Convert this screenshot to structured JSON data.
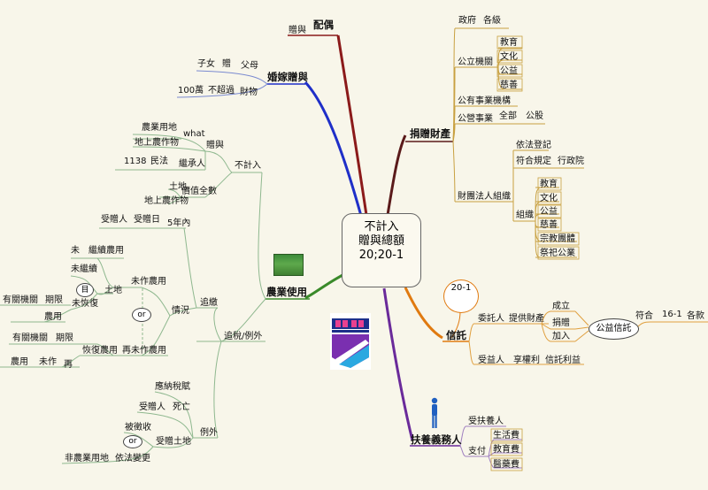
{
  "center": {
    "line1": "不計入",
    "line2": "贈與總額",
    "line3": "20;20-1"
  },
  "spouse": {
    "title": "配偶",
    "gift": "贈與"
  },
  "marriage": {
    "title": "婚嫁贈與",
    "children": "子女",
    "gift": "贈",
    "parents": "父母",
    "amount": "100萬",
    "not_exceed": "不超過",
    "property": "財物"
  },
  "farm": {
    "title": "農業使用",
    "not_included": "不計入",
    "gift": "贈與",
    "inherit": "繼承人",
    "civil_code": "民法",
    "article": "1138",
    "farmland": "農業用地",
    "what": "what",
    "farm_crops": "地上農作物",
    "value_full": "價值全數",
    "land": "土地",
    "land_crops": "地上農作物",
    "recover": "追繳",
    "recover_exception": "追稅/例外",
    "five_years": "5年內",
    "donee": "受贈人",
    "gift_date": "受贈日",
    "situation": "情況",
    "not_continue_farm": "未作農用",
    "land2": "土地",
    "not": "未",
    "continue_farm": "繼續農用",
    "not_continue": "未繼續",
    "not_restore": "未恢復",
    "authority": "有關機關",
    "period": "期限",
    "agri_use": "農用",
    "or1": "or",
    "or2": "or",
    "mu": "目",
    "restore_farm": "恢復農用",
    "authority2": "有關機關",
    "period2": "期限",
    "refarm": "再未作農用",
    "farm_use": "農用",
    "not_make": "未作",
    "again": "再",
    "should_pay": "應納稅賦",
    "donee2": "受贈人",
    "death": "死亡",
    "exception": "例外",
    "expropriated": "被徵收",
    "donee_land": "受贈土地",
    "non_farmland": "非農業用地",
    "law_change": "依法變更"
  },
  "donation": {
    "title": "捐贈財產",
    "gov": "政府",
    "all_levels": "各級",
    "public_org": "公立機關",
    "education": "教育",
    "culture": "文化",
    "public_welfare": "公益",
    "charity": "慈善",
    "public_enterprise": "公有事業機構",
    "public_utility": "公營事業",
    "all": "全部",
    "shares": "公股",
    "foundation": "財團法人組織",
    "registered": "依法登記",
    "meets": "符合規定",
    "exec_yuan": "行政院",
    "org": "組織",
    "edu2": "教育",
    "cul2": "文化",
    "pub2": "公益",
    "char2": "慈善",
    "religious": "宗教團體",
    "ritual": "祭祀公業"
  },
  "trust": {
    "title": "信託",
    "bubble": "20-1",
    "settlor": "委託人",
    "provide": "提供財產",
    "establish": "成立",
    "donate": "捐贈",
    "join": "加入",
    "public_trust": "公益信託",
    "comply": "符合",
    "article_num": "16-1",
    "each_item": "各款",
    "beneficiary": "受益人",
    "enjoy": "享權利",
    "trust_benefit": "信託利益"
  },
  "support": {
    "title": "扶養義務人",
    "supported": "受扶養人",
    "pay": "支付",
    "living": "生活費",
    "education_fee": "教育費",
    "medical": "醫藥費"
  },
  "colors": {
    "spouse": "#8b1a1a",
    "marriage": "#1f2fc8",
    "farm": "#3a8a2a",
    "donation": "#5a1a1a",
    "trust": "#e07a10",
    "support": "#6a2a9a",
    "sub_farm": "#6aa56a",
    "sub_gold": "#c8a040"
  }
}
